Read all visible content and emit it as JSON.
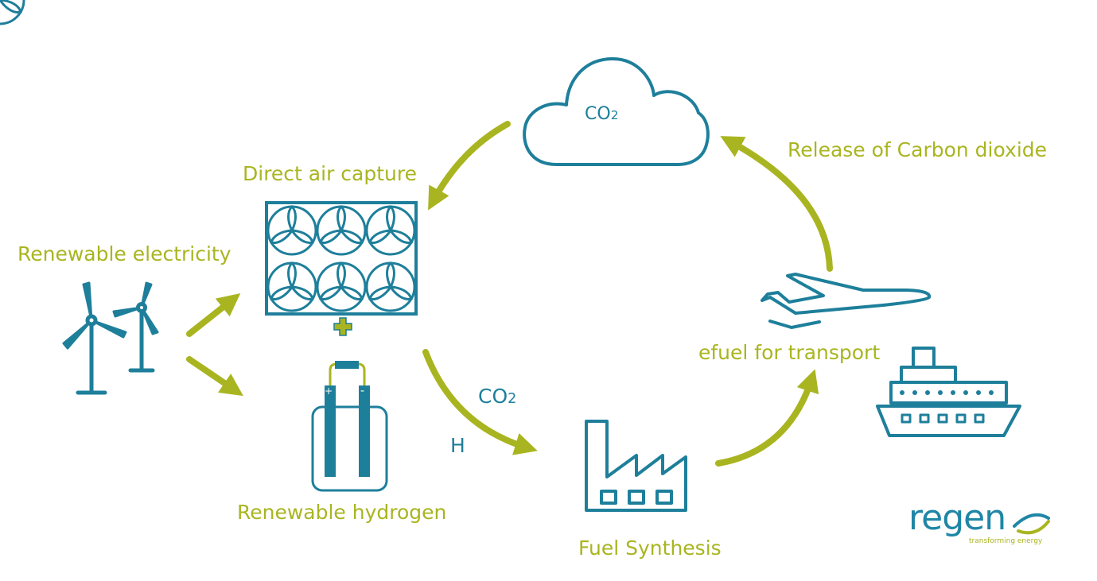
{
  "colors": {
    "accent": "#a9b520",
    "teal": "#1e7f9b",
    "background": "#ffffff"
  },
  "labels": {
    "renewable_electricity": "Renewable electricity",
    "direct_air_capture": "Direct air capture",
    "renewable_hydrogen": "Renewable hydrogen",
    "co2_cloud": "CO",
    "co2_cloud_sub": "2",
    "co2_flow": "CO",
    "co2_flow_sub": "2",
    "h_flow": "H",
    "fuel_synthesis": "Fuel Synthesis",
    "efuel_transport": "efuel for transport",
    "release_co2": "Release of Carbon dioxide"
  },
  "logo": {
    "word": "regen",
    "tagline": "transforming energy"
  },
  "icons": [
    "wind-turbine-icon",
    "direct-air-capture-icon",
    "plus-icon",
    "electrolyser-icon",
    "cloud-icon",
    "factory-icon",
    "airplane-icon",
    "ship-icon"
  ]
}
